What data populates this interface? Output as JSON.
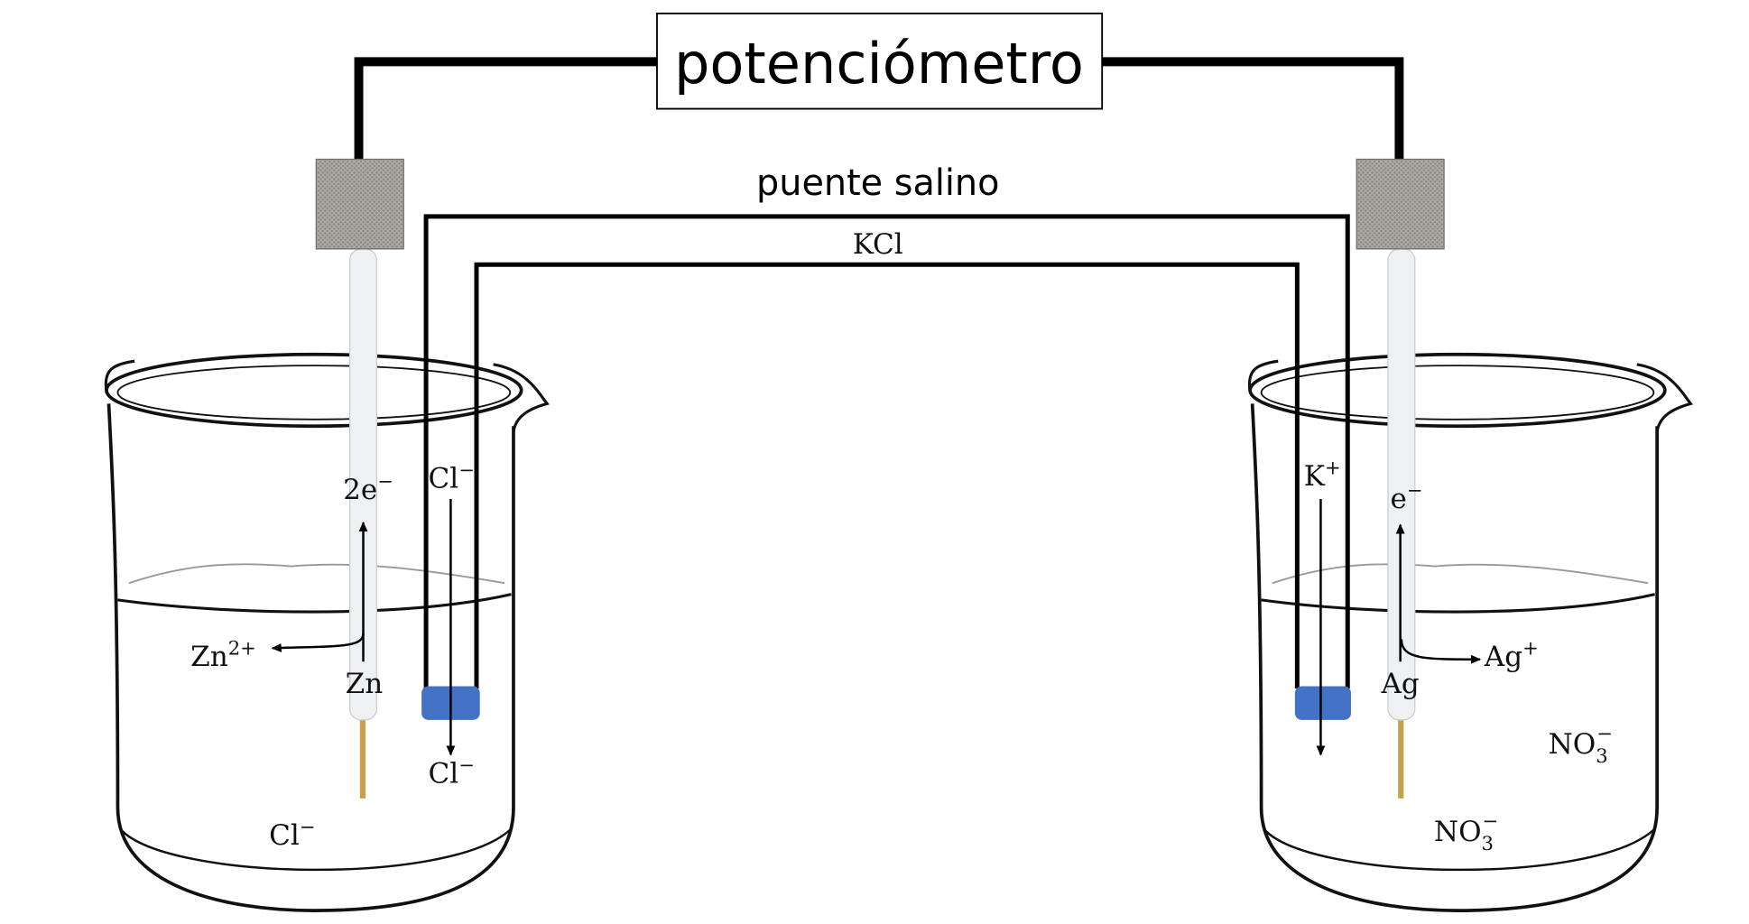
{
  "title": "potenciómetro",
  "salt_bridge": {
    "label": "puente salino",
    "content": "KCl"
  },
  "left_cell": {
    "electron": {
      "base": "2e",
      "sup": "−"
    },
    "cation": {
      "base": "Zn",
      "sup": "2+"
    },
    "electrode": "Zn",
    "bridge_anion_top": {
      "base": "Cl",
      "sup": "−"
    },
    "bridge_anion_bottom": {
      "base": "Cl",
      "sup": "−"
    },
    "solution_anion": {
      "base": "Cl",
      "sup": "−"
    }
  },
  "right_cell": {
    "bridge_cation": {
      "base": "K",
      "sup": "+"
    },
    "electron": {
      "base": "e",
      "sup": "−"
    },
    "cation": {
      "base": "Ag",
      "sup": "+"
    },
    "electrode": "Ag",
    "solution_anion_1": {
      "base": "NO",
      "sub": "3",
      "sup": "−"
    },
    "solution_anion_2": {
      "base": "NO",
      "sub": "3",
      "sup": "−"
    }
  },
  "colors": {
    "wire": "#000000",
    "plug": "#4472c4",
    "clamp": "#8a8680",
    "electrode_tip": "#c8a24a"
  }
}
